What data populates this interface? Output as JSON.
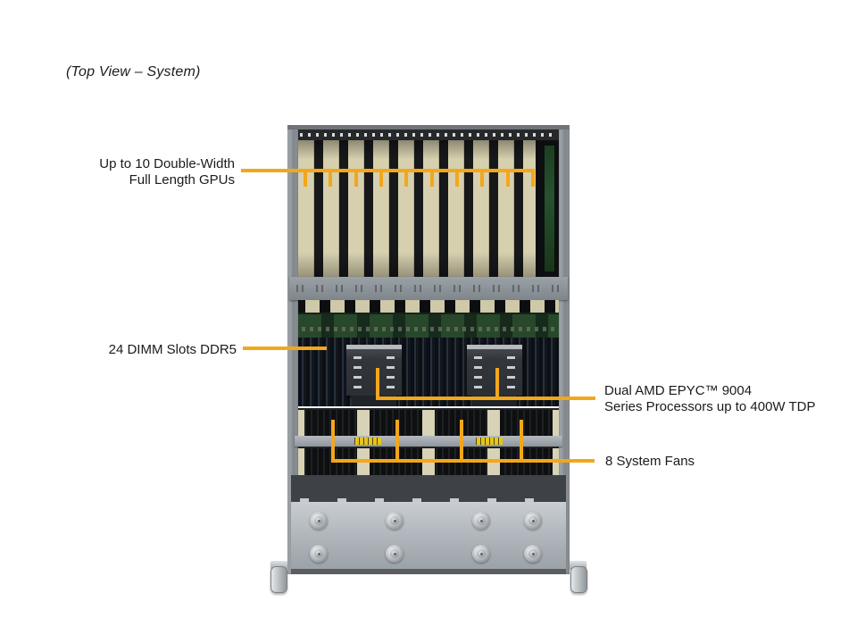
{
  "title": "(Top View – System)",
  "callouts": {
    "gpu": {
      "lines": [
        "Up to 10 Double-Width",
        "Full Length GPUs"
      ],
      "tick_count": 10
    },
    "dimm": {
      "lines": [
        "24 DIMM Slots DDR5"
      ]
    },
    "cpu": {
      "lines": [
        "Dual AMD EPYC™ 9004",
        "Series Processors up to 400W TDP"
      ],
      "tick_count": 2
    },
    "fans": {
      "lines": [
        "8 System Fans"
      ],
      "tick_count": 4
    }
  },
  "colors": {
    "leader_line": "#F2A71B",
    "label_text": "#1B1B1B",
    "background": "#FFFFFF"
  }
}
